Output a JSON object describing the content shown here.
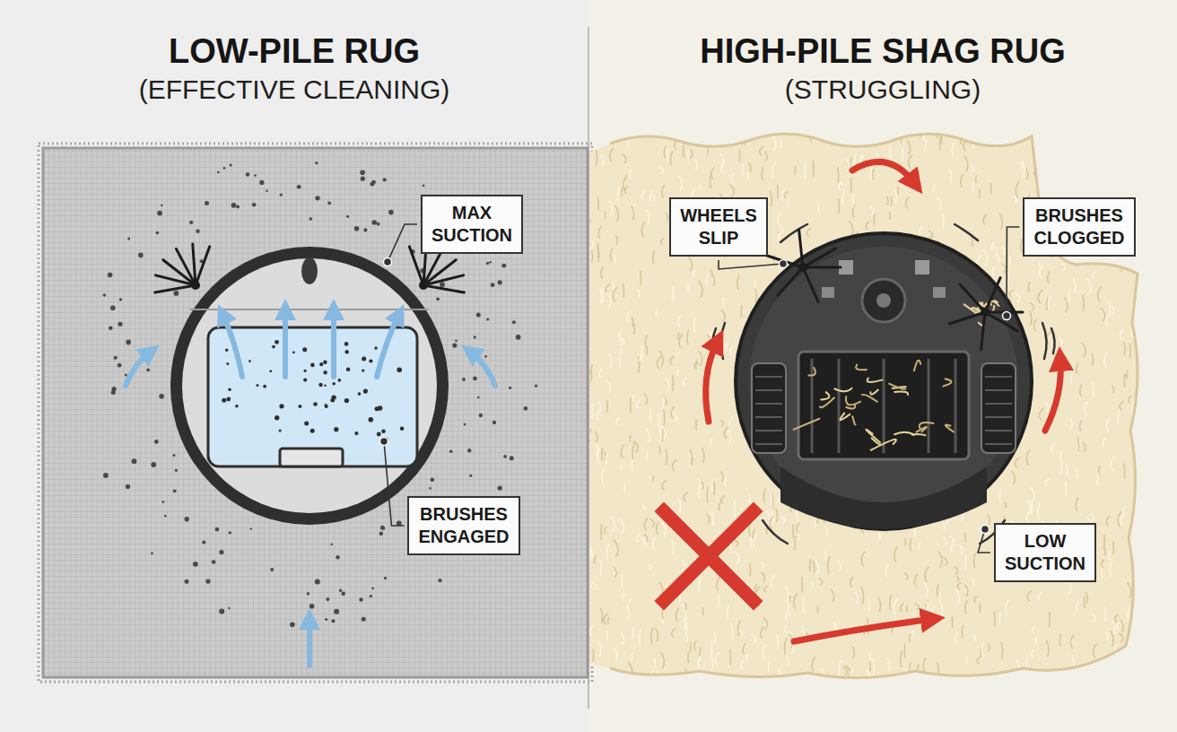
{
  "diagram": {
    "nodes": [
      {
        "text": [
          "LOW-PILE RUG",
          "(EFFECTIVE CLEANING)"
        ]
      },
      {
        "text": [
          "MAX SUCTION"
        ],
        "in": 0
      },
      {
        "text": [
          "BRUSHES ENGAGED"
        ],
        "in": 0
      },
      {
        "text": [
          "HIGH-PILE SHAG RUG",
          "(STRUGGLING)"
        ]
      },
      {
        "text": [
          "WHEELS SLIP"
        ],
        "in": 3
      },
      {
        "text": [
          "BRUSHES CLOGGED"
        ],
        "in": 3
      },
      {
        "text": [
          "LOW SUCTION"
        ],
        "in": 3
      }
    ]
  }
}
